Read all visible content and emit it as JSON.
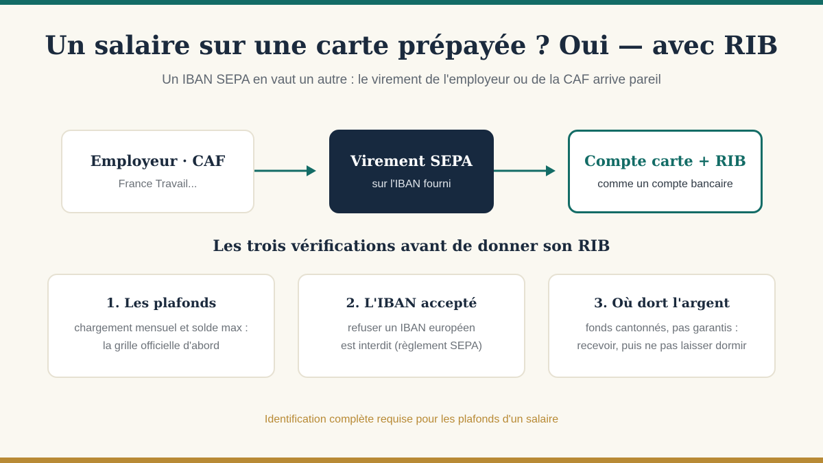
{
  "header": {
    "title": "Un salaire sur une carte prépayée ? Oui — avec RIB",
    "subtitle": "Un IBAN SEPA en vaut un autre : le virement de l'employeur ou de la CAF arrive pareil"
  },
  "flow": [
    {
      "title": "Employeur · CAF",
      "subtitle": "France Travail..."
    },
    {
      "title": "Virement SEPA",
      "subtitle": "sur l'IBAN fourni"
    },
    {
      "title": "Compte carte + RIB",
      "subtitle": "comme un compte bancaire"
    }
  ],
  "checks": {
    "heading": "Les trois vérifications avant de donner son RIB",
    "items": [
      {
        "title": "1. Les plafonds",
        "lines": [
          "chargement mensuel et solde max :",
          "la grille officielle d'abord"
        ]
      },
      {
        "title": "2. L'IBAN accepté",
        "lines": [
          "refuser un IBAN européen",
          "est interdit (règlement SEPA)"
        ]
      },
      {
        "title": "3. Où dort l'argent",
        "lines": [
          "fonds cantonnés, pas garantis :",
          "recevoir, puis ne pas laisser dormir"
        ]
      }
    ]
  },
  "footer": {
    "note": "Identification complète requise pour les plafonds d'un salaire"
  },
  "colors": {
    "teal": "#136c66",
    "navy": "#17293f",
    "gold": "#b88a35",
    "background": "#faf8f1"
  }
}
